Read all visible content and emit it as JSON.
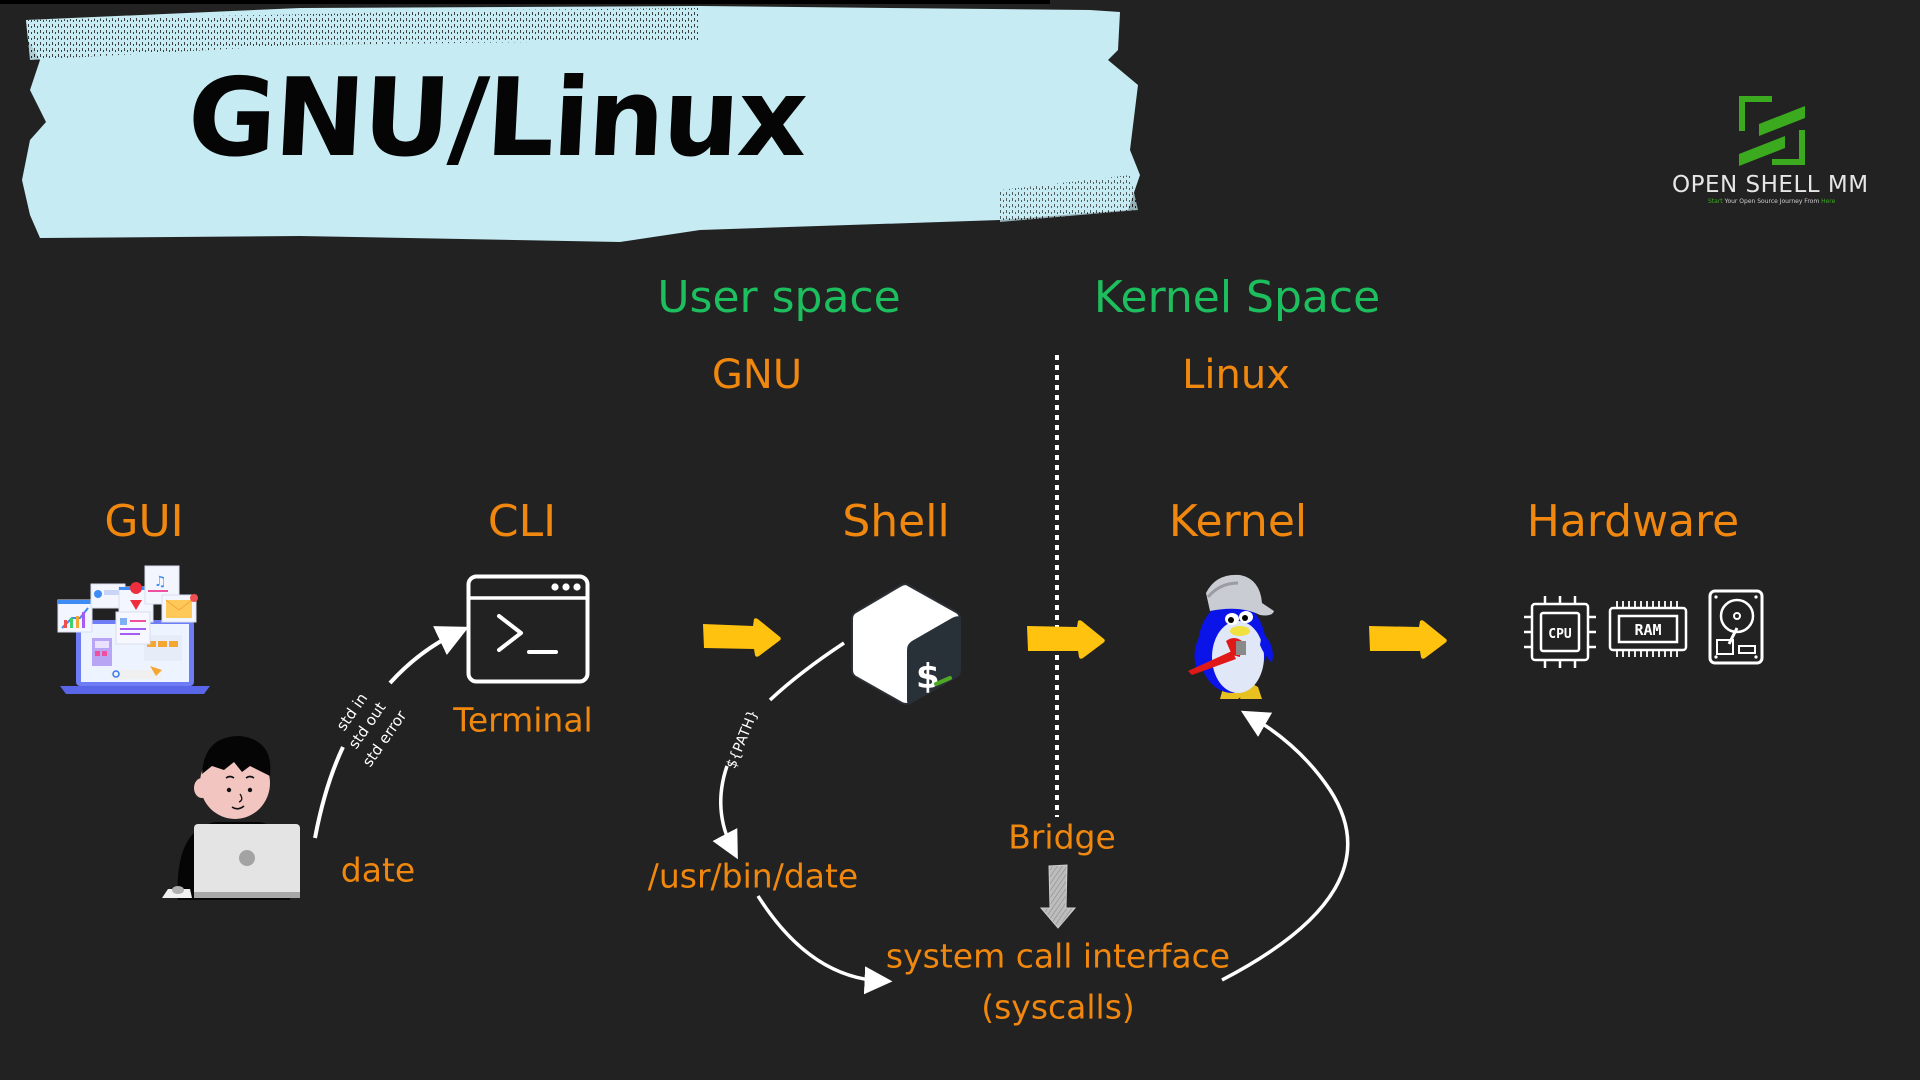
{
  "title": "GNU/Linux",
  "brand": {
    "name": "OPEN SHELL MM",
    "tagline_start": "Start",
    "tagline_middle": " Your Open Source Journey From ",
    "tagline_end": "Here",
    "accent": "#3BAA1F"
  },
  "colors": {
    "background": "#222222",
    "brush": "#C6EBF3",
    "section_heading": "#1DBE5E",
    "label": "#F0870E",
    "flow_arrow": "#FFC20E",
    "connector": "#FFFFFF"
  },
  "sections": {
    "user_space": {
      "heading": "User space",
      "sub": "GNU"
    },
    "kernel_space": {
      "heading": "Kernel Space",
      "sub": "Linux"
    }
  },
  "nodes": {
    "gui": {
      "label": "GUI",
      "icon": "gui-apps-icon"
    },
    "cli": {
      "label": "CLI",
      "icon": "terminal-icon",
      "caption": "Terminal"
    },
    "shell": {
      "label": "Shell",
      "icon": "bash-icon",
      "icon_text": "$"
    },
    "kernel": {
      "label": "Kernel",
      "icon": "tux-penguin-icon"
    },
    "hardware": {
      "label": "Hardware",
      "items": [
        {
          "name": "cpu-icon",
          "text": "CPU"
        },
        {
          "name": "ram-icon",
          "text": "RAM"
        },
        {
          "name": "hard-disk-icon",
          "text": ""
        }
      ]
    }
  },
  "flow": {
    "user_command": "date",
    "streams": [
      "std in",
      "std out",
      "std error"
    ],
    "path_lookup": "${PATH}",
    "binary": "/usr/bin/date",
    "bridge": "Bridge",
    "syscall_line1": "system call interface",
    "syscall_line2": "(syscalls)"
  }
}
